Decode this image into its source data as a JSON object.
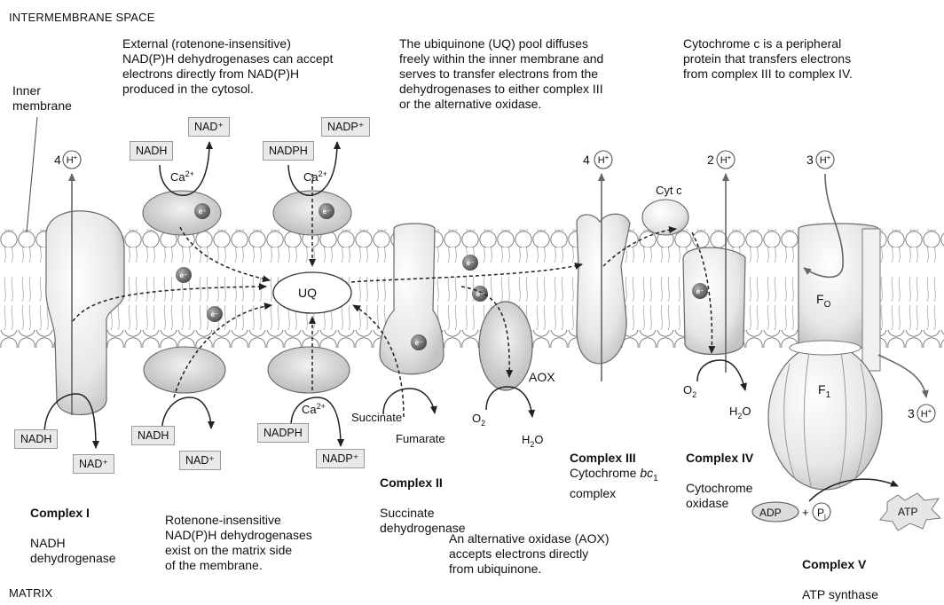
{
  "regions": {
    "top": "INTERMEMBRANE SPACE",
    "bottom": "MATRIX",
    "inner_membrane": "Inner\nmembrane"
  },
  "notes": {
    "external_dh": "External (rotenone-insensitive)\nNAD(P)H dehydrogenases can accept\nelectrons directly from NAD(P)H\nproduced in the cytosol.",
    "uq_pool": "The ubiquinone (UQ) pool diffuses\nfreely within the inner membrane and\nserves to transfer electrons from the\ndehydrogenases to either complex III\nor the alternative oxidase.",
    "cyt_c": "Cytochrome c is a peripheral\nprotein that transfers electrons\nfrom complex III to complex IV.",
    "internal_dh": "Rotenone-insensitive\nNAD(P)H dehydrogenases\nexist on the matrix side\nof the membrane.",
    "aox": "An alternative oxidase (AOX)\naccepts electrons directly\nfrom ubiquinone."
  },
  "complexes": {
    "c1_title": "Complex I",
    "c1_sub": "NADH\ndehydrogenase",
    "c2_title": "Complex II",
    "c2_sub": "Succinate\ndehydrogenase",
    "c3_title": "Complex III",
    "c3_sub_a": "Cytochrome ",
    "c3_sub_b": "bc",
    "c3_sub_c": "1",
    "c3_sub_d": "\ncomplex",
    "c4_title": "Complex IV",
    "c4_sub": "Cytochrome\noxidase",
    "c5_title": "Complex V",
    "c5_sub": "ATP synthase"
  },
  "substrates": {
    "nadh_c1": "NADH",
    "nad_c1": "NAD⁺",
    "nadh_ext": "NADH",
    "nad_ext": "NAD⁺",
    "nadph_ext": "NADPH",
    "nadp_ext": "NADP⁺",
    "nadh_int": "NADH",
    "nad_int": "NAD⁺",
    "nadph_int": "NADPH",
    "nadp_int": "NADP⁺",
    "ca_ext1": "Ca",
    "ca_ext2": "Ca",
    "ca_int": "Ca",
    "ca_sup": "2+",
    "succinate": "Succinate",
    "fumarate": "Fumarate",
    "o2": "O",
    "h2o": "H",
    "sub2": "2",
    "o_suffix": "O",
    "adp": "ADP",
    "plus": "+",
    "pi": "P",
    "pi_sub": "i",
    "atp": "ATP"
  },
  "labels": {
    "uq": "UQ",
    "aox": "AOX",
    "cytc": "Cyt c",
    "fo": "F",
    "fo_sub": "O",
    "f1": "F",
    "f1_sub": "1",
    "e": "e⁻",
    "h": "H",
    "hplus": "+",
    "h_c1": "4",
    "h_c3": "4",
    "h_c4": "2",
    "h_c5_in": "3",
    "h_c5_out": "3"
  }
}
